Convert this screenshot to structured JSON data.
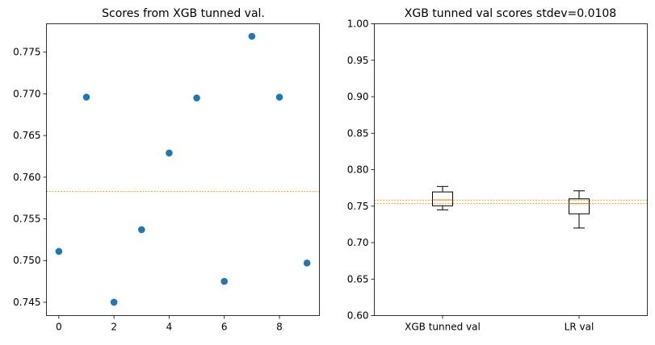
{
  "chart_data": [
    {
      "type": "scatter",
      "title": "Scores from XGB tunned val.",
      "xlabel": "",
      "ylabel": "",
      "x": [
        0,
        1,
        2,
        3,
        4,
        5,
        6,
        7,
        8,
        9
      ],
      "y": [
        0.7511,
        0.7696,
        0.745,
        0.7537,
        0.7629,
        0.7695,
        0.7475,
        0.7769,
        0.7696,
        0.7497
      ],
      "xlim": [
        -0.45,
        9.45
      ],
      "ylim": [
        0.7434,
        0.7784
      ],
      "xticks": [
        0,
        2,
        4,
        6,
        8
      ],
      "xtick_labels": [
        "0",
        "2",
        "4",
        "6",
        "8"
      ],
      "yticks": [
        0.745,
        0.75,
        0.755,
        0.76,
        0.765,
        0.77,
        0.775
      ],
      "ytick_labels": [
        "0.745",
        "0.750",
        "0.755",
        "0.760",
        "0.765",
        "0.770",
        "0.775"
      ],
      "hlines": [
        0.7583
      ],
      "grid": false,
      "marker_color": "#1f77b4",
      "line_color": "#ff9f1a"
    },
    {
      "type": "box",
      "title": "XGB tunned val scores stdev=0.0108",
      "xlabel": "",
      "ylabel": "",
      "categories": [
        "XGB tunned val",
        "LR val"
      ],
      "boxes": [
        {
          "whisker_low": 0.745,
          "q1": 0.7505,
          "median": 0.7585,
          "q3": 0.7695,
          "whisker_high": 0.777
        },
        {
          "whisker_low": 0.72,
          "q1": 0.7395,
          "median": 0.7535,
          "q3": 0.76,
          "whisker_high": 0.771
        }
      ],
      "ylim": [
        0.6,
        1.0
      ],
      "yticks": [
        0.6,
        0.65,
        0.7,
        0.75,
        0.8,
        0.85,
        0.9,
        0.95,
        1.0
      ],
      "ytick_labels": [
        "0.60",
        "0.65",
        "0.70",
        "0.75",
        "0.80",
        "0.85",
        "0.90",
        "0.95",
        "1.00"
      ],
      "hlines": [
        0.7583,
        0.7535
      ],
      "grid": false,
      "median_color": "#ff7f0e",
      "line_color": "#ff9f1a"
    }
  ]
}
